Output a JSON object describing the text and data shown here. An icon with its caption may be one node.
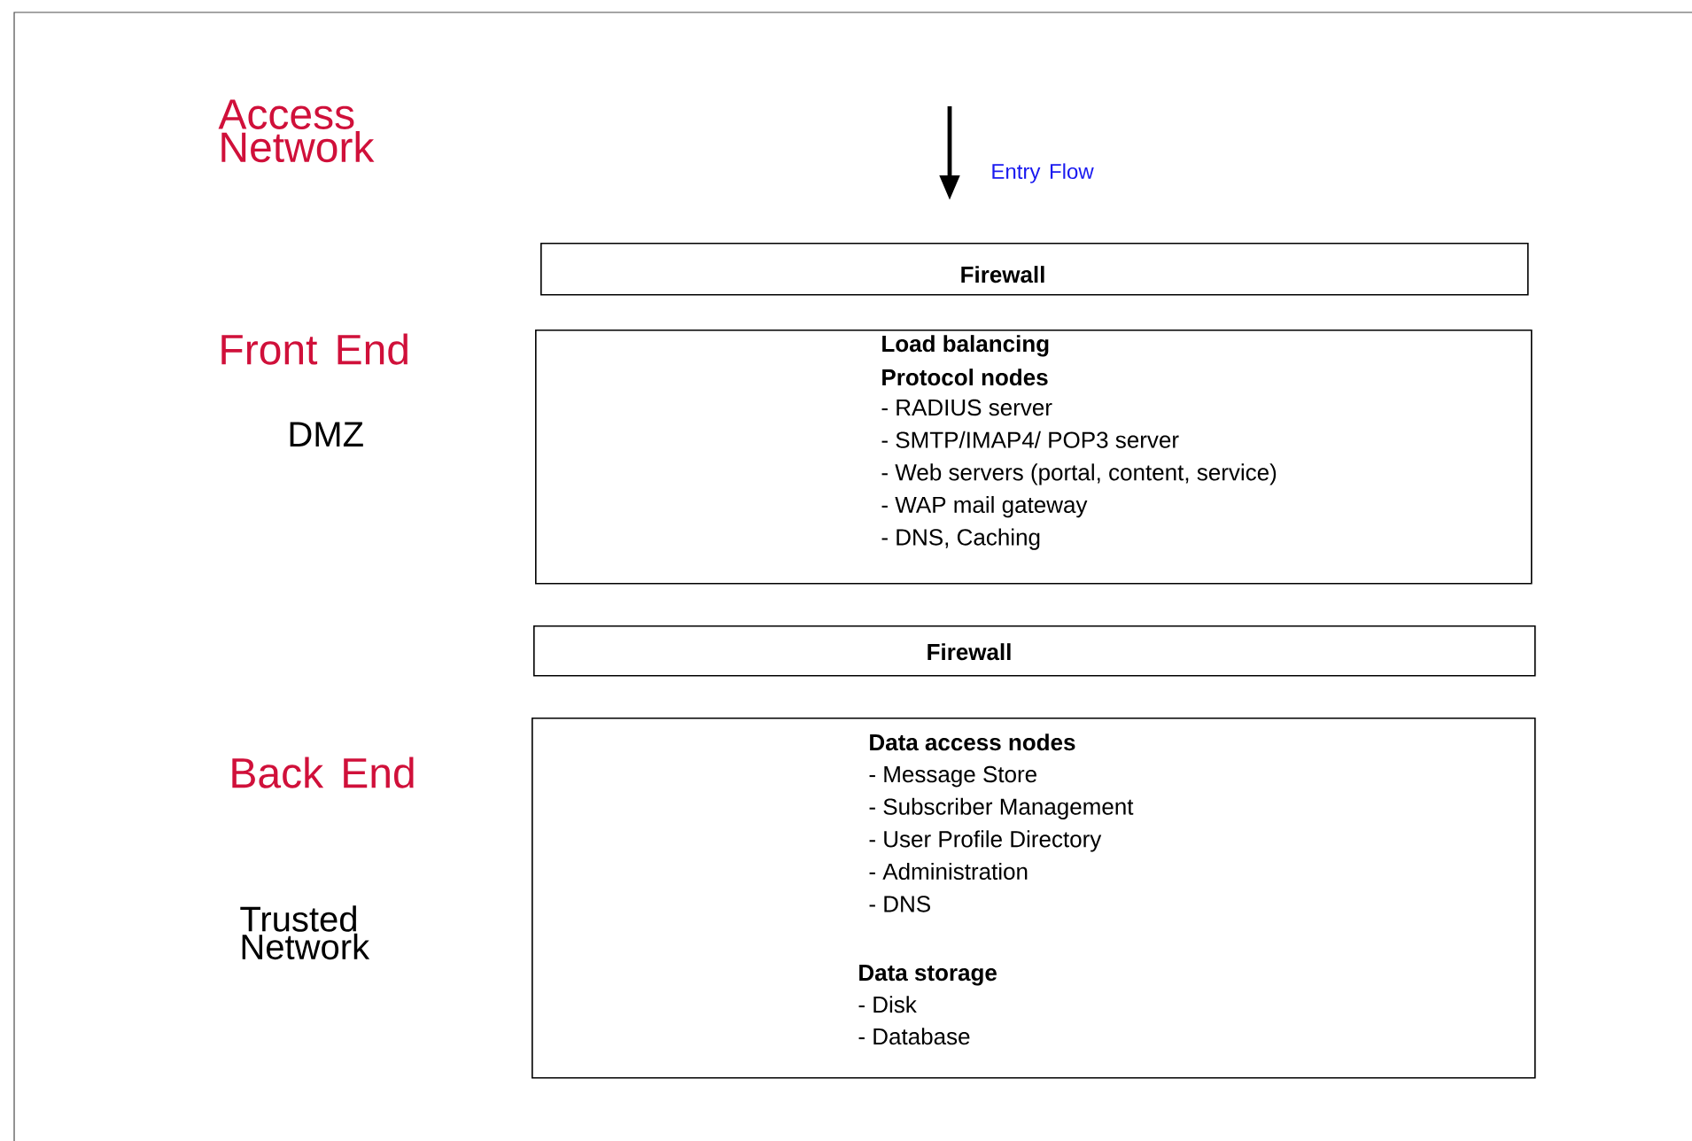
{
  "diagram": {
    "nodes": [
      {
        "text": [
          "Firewall"
        ]
      },
      {
        "text": [
          "Load balancing",
          "Protocol nodes",
          "- RADIUS server",
          "- SMTP/IMAP4/ POP3 server",
          "- Web servers (portal, content, service)",
          "- WAP mail gateway",
          "- DNS, Caching"
        ]
      },
      {
        "text": [
          "Firewall"
        ]
      },
      {
        "text": [
          "Data access nodes",
          "- Message Store",
          "- Subscriber Management",
          "- User Profile Directory",
          "- Administration",
          "- DNS",
          "Data storage",
          "- Disk",
          "- Database"
        ]
      }
    ],
    "labels": [
      "Access Network",
      "Entry Flow",
      "Front End",
      "DMZ",
      "Back End",
      "Trusted Network"
    ]
  }
}
